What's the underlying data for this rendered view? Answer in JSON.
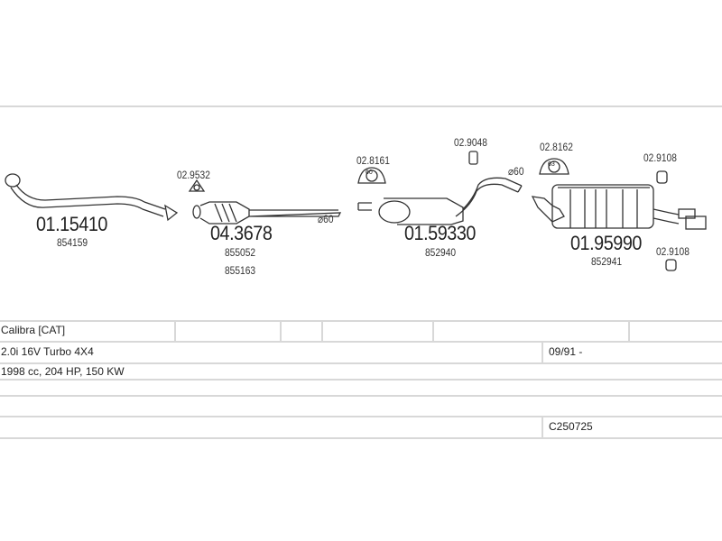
{
  "parts": [
    {
      "part_no": "01.15410",
      "ref": [
        "854159"
      ]
    },
    {
      "part_no": "04.3678",
      "ref": [
        "855052",
        "855163"
      ]
    },
    {
      "part_no": "01.59330",
      "ref": [
        "852940"
      ]
    },
    {
      "part_no": "01.95990",
      "ref": [
        "852941"
      ]
    }
  ],
  "accessories": {
    "a1": "02.9532",
    "a2": "02.8161",
    "a3": "02.9048",
    "a4": "02.8162",
    "a5": "02.9108",
    "a6": "02.9108"
  },
  "diameters": {
    "d1": "⌀60",
    "d2": "⌀60"
  },
  "clamp_labels": {
    "c1": "60",
    "c2": "63",
    "c3": "60"
  },
  "table": {
    "model": "Calibra  [CAT]",
    "engine": "2.0i  16V Turbo 4X4",
    "date": "09/91 -",
    "specs": "1998 cc, 204 HP, 150 KW",
    "code": "C250725"
  }
}
